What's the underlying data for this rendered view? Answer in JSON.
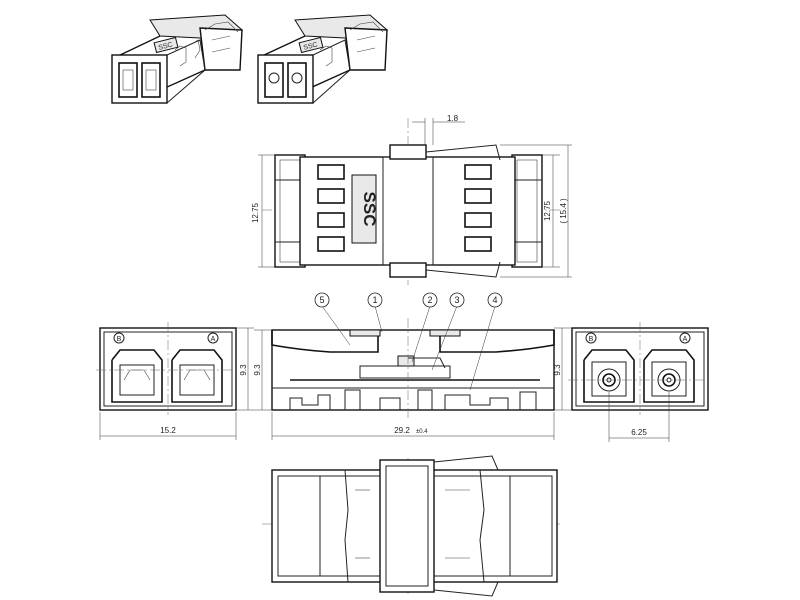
{
  "dimensions": {
    "top_pitch": "1.8",
    "top_height_left": "12.75",
    "top_height_right": "12.75",
    "top_overall": "( 15.4 )",
    "end_height_left": "9.3",
    "side_height": "9.3",
    "end_height_right": "9.3",
    "end_width": "15.2",
    "overall_length": "29.2",
    "overall_tolerance": "±0.4",
    "port_pitch": "6.25"
  },
  "logo_text": "SSC",
  "port_labels": {
    "b": "B",
    "a": "A"
  },
  "callouts": [
    "5",
    "1",
    "2",
    "3",
    "4"
  ]
}
